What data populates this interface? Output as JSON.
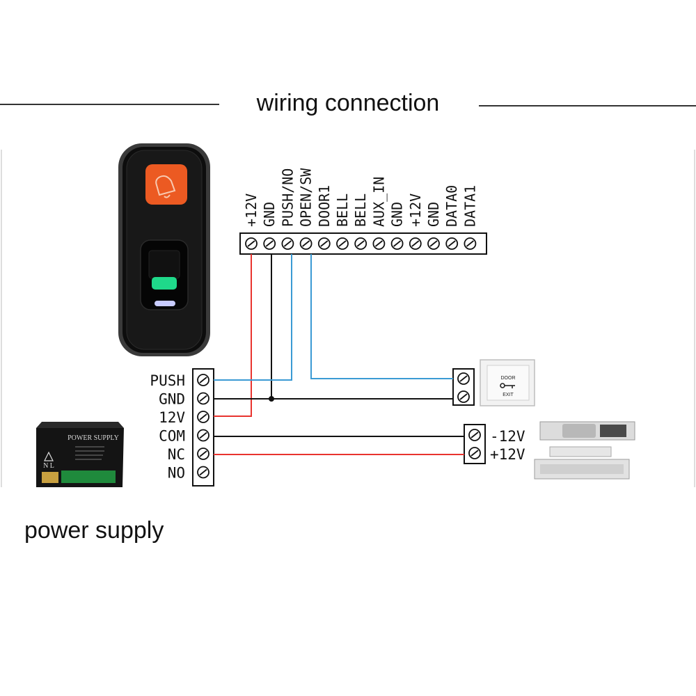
{
  "title": "wiring connection",
  "psu_label": "power supply",
  "reader_terminals": [
    "+12V",
    "GND",
    "PUSH/NO",
    "OPEN/SW",
    "DOOR1",
    "BELL",
    "BELL",
    "AUX_IN",
    "GND",
    "+12V",
    "GND",
    "DATA0",
    "DATA1"
  ],
  "psu_terminals": [
    "PUSH",
    "GND",
    "12V",
    "COM",
    "NC",
    "NO"
  ],
  "lock_terminals": [
    "-12V",
    "+12V"
  ],
  "psu_device": {
    "brand_text": "POWER SUPPLY",
    "terminal_text": "N L"
  },
  "exit_button": {
    "line1": "DOOR",
    "line2": "EXIT"
  },
  "colors": {
    "wire_red": "#e8332e",
    "wire_blue": "#3a9ad4",
    "wire_black": "#111111",
    "reader_key": "#ec5a22",
    "reader_led": "#1fd98a"
  }
}
